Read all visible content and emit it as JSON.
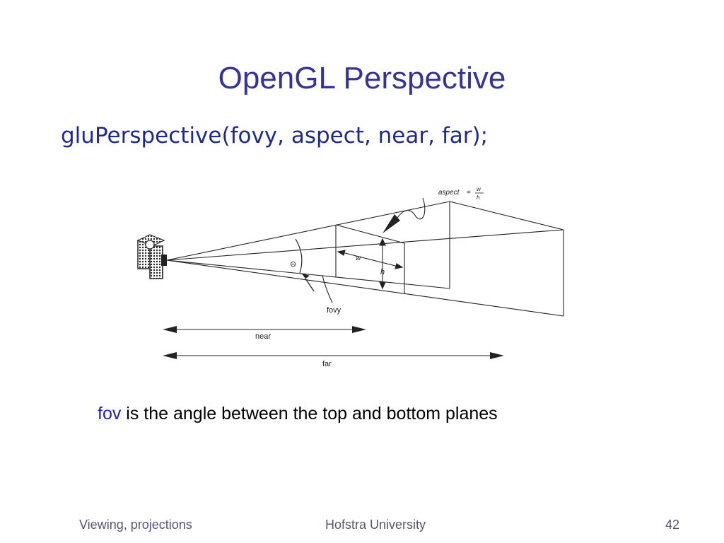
{
  "slide": {
    "title": "OpenGL Perspective",
    "code": "gluPerspective(fovy, aspect, near, far);",
    "caption_highlight": "fov",
    "caption_rest": " is the angle between the top and bottom planes"
  },
  "diagram": {
    "labels": {
      "aspect": "aspect",
      "equals": "=",
      "w_num": "w",
      "h_den": "h",
      "w": "w",
      "h": "h",
      "theta": "⊖",
      "fovy": "fovy",
      "near": "near",
      "far": "far"
    }
  },
  "footer": {
    "left": "Viewing, projections",
    "center": "Hofstra University",
    "right": "42"
  }
}
